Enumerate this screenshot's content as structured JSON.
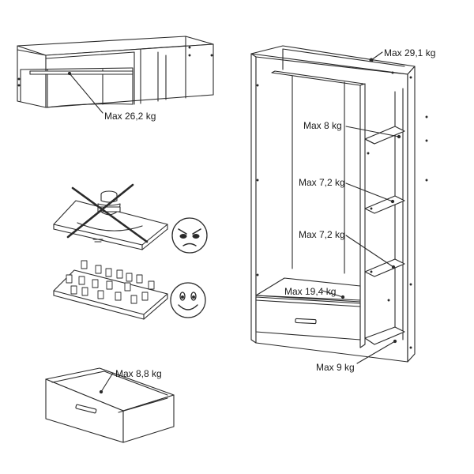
{
  "labels": {
    "top_unit": "Max 26,2 kg",
    "wardrobe_top": "Max 29,1 kg",
    "shelf_1": "Max 8 kg",
    "shelf_2": "Max 7,2 kg",
    "shelf_3": "Max 7,2 kg",
    "floor_left": "Max 19,4 kg",
    "bottom_right": "Max 9 kg",
    "drawer": "Max 8,8 kg"
  },
  "colors": {
    "line": "#2a2a2a",
    "fill": "#ffffff",
    "shade": "#f2f2f2"
  },
  "icons": [
    "angry-face-icon",
    "happy-face-icon",
    "cross-icon"
  ]
}
